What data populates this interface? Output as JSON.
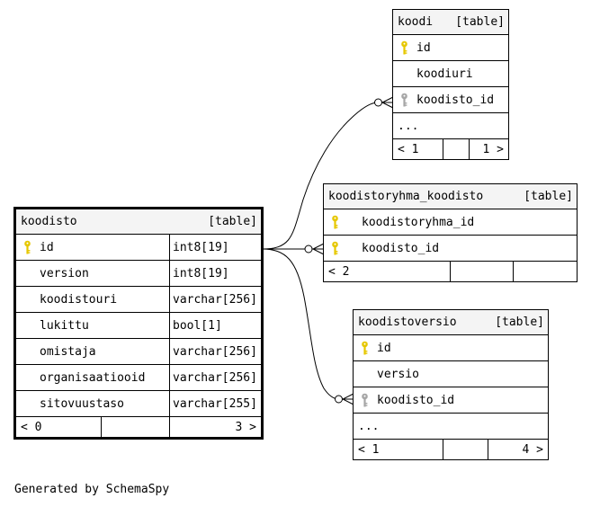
{
  "tables": {
    "koodi": {
      "name": "koodi",
      "kind": "[table]",
      "columns": [
        {
          "key": "primary",
          "name": "id"
        },
        {
          "key": "",
          "name": "koodiuri"
        },
        {
          "key": "foreign",
          "name": "koodisto_id"
        }
      ],
      "more": "...",
      "footer": {
        "parents": "< 1",
        "middle": "",
        "children": "1 >"
      }
    },
    "koodistoryhma_koodisto": {
      "name": "koodistoryhma_koodisto",
      "kind": "[table]",
      "columns": [
        {
          "key": "primary",
          "name": "koodistoryhma_id"
        },
        {
          "key": "primary",
          "name": "koodisto_id"
        }
      ],
      "footer": {
        "parents": "< 2",
        "middle": "",
        "children": ""
      }
    },
    "koodistoversio": {
      "name": "koodistoversio",
      "kind": "[table]",
      "columns": [
        {
          "key": "primary",
          "name": "id"
        },
        {
          "key": "",
          "name": "versio"
        },
        {
          "key": "foreign",
          "name": "koodisto_id"
        }
      ],
      "more": "...",
      "footer": {
        "parents": "< 1",
        "middle": "",
        "children": "4 >"
      }
    },
    "koodisto": {
      "name": "koodisto",
      "kind": "[table]",
      "columns": [
        {
          "key": "primary",
          "name": "id",
          "type": "int8[19]"
        },
        {
          "key": "",
          "name": "version",
          "type": "int8[19]"
        },
        {
          "key": "",
          "name": "koodistouri",
          "type": "varchar[256]"
        },
        {
          "key": "",
          "name": "lukittu",
          "type": "bool[1]"
        },
        {
          "key": "",
          "name": "omistaja",
          "type": "varchar[256]"
        },
        {
          "key": "",
          "name": "organisaatiooid",
          "type": "varchar[256]"
        },
        {
          "key": "",
          "name": "sitovuustaso",
          "type": "varchar[255]"
        }
      ],
      "footer": {
        "parents": "< 0",
        "middle": "",
        "children": "3 >"
      }
    }
  },
  "colors": {
    "primary_key": "#e6c700",
    "foreign_key": "#a6a6a6",
    "header_bg": "#f4f4f4"
  },
  "footer_text": "Generated by SchemaSpy"
}
